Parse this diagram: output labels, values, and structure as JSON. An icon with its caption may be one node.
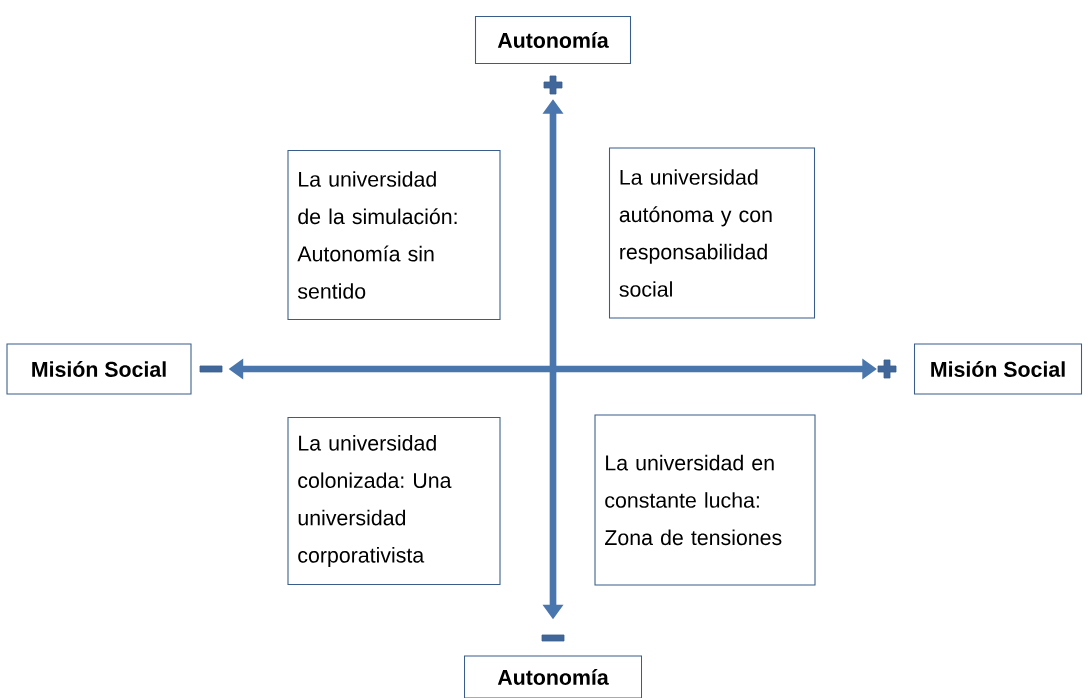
{
  "diagram": {
    "nodes": [
      {
        "text": [
          "Autonomía"
        ]
      },
      {
        "text": [
          "Misión Social"
        ]
      },
      {
        "text": [
          "Misión Social"
        ]
      },
      {
        "text": [
          "Autonomía"
        ]
      },
      {
        "text": [
          "La universidad de la simulación: Autonomía sin sentido"
        ]
      },
      {
        "text": [
          "La universidad autónoma y con responsabilidad social"
        ]
      },
      {
        "text": [
          "La universidad colonizada: Una universidad corporativista"
        ]
      },
      {
        "text": [
          "La universidad en constante lucha: Zona de tensiones"
        ]
      }
    ],
    "edges": [
      {
        "from": 0,
        "to": 3,
        "arrow": "both"
      },
      {
        "from": 1,
        "to": 2,
        "arrow": "both"
      }
    ]
  }
}
